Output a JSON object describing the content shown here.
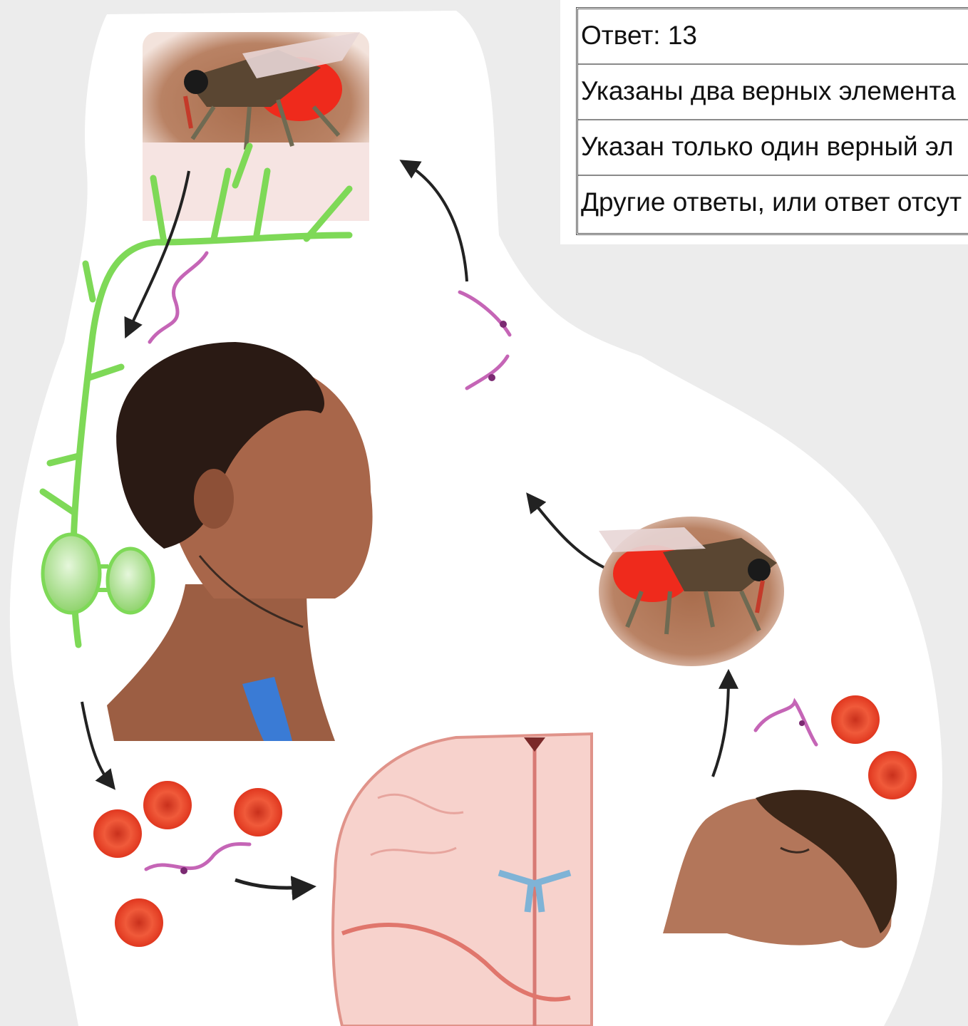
{
  "answer_table": {
    "rows": [
      "Ответ: 13",
      "Указаны два верных элемента",
      "Указан только один верный эл",
      "Другие ответы, или ответ отсут"
    ]
  },
  "colors": {
    "background": "#ececec",
    "diagram_field": "#ffffff",
    "lymph_vessels": "#7ed957",
    "blood_cell": "#e8452c",
    "trypanosome": "#c565b6",
    "arrow": "#222222"
  },
  "icons": [
    "tsetse-fly-icon",
    "trypanosome-icon",
    "red-blood-cell-icon",
    "lymph-node-icon",
    "brain-section-icon",
    "sleeping-person-icon"
  ]
}
